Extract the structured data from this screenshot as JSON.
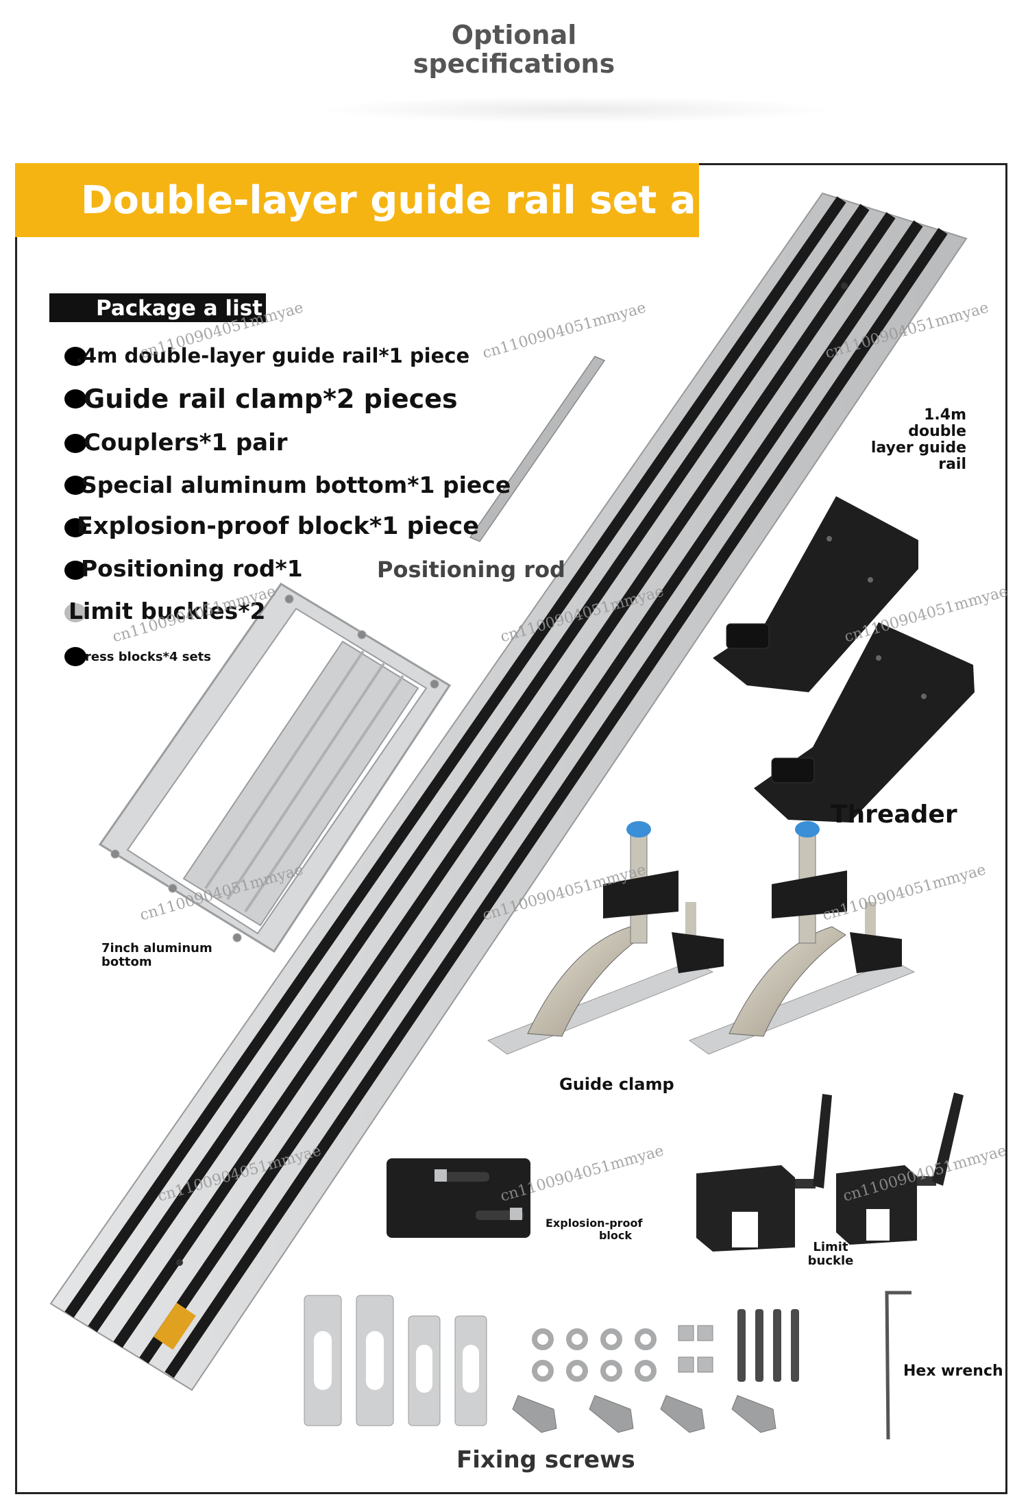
{
  "header": {
    "title_line1": "Optional",
    "title_line2": "specifications"
  },
  "banner": {
    "title": "Double-layer guide rail set a"
  },
  "package": {
    "heading": "Package a list",
    "items": [
      ".4m double-layer guide rail*1 piece",
      "Guide rail clamp*2 pieces",
      "Couplers*1 pair",
      "Special aluminum bottom*1 piece",
      "Explosion-proof block*1 piece",
      "Positioning rod*1",
      "Limit buckles*2",
      "ress blocks*4 sets"
    ]
  },
  "labels": {
    "positioning_rod": "Positioning rod",
    "rail_line1": "1.4m",
    "rail_line2": "double",
    "rail_line3": "layer guide",
    "rail_line4": "rail",
    "threader": "Threader",
    "aluminum_line1": "7inch aluminum",
    "aluminum_line2": "bottom",
    "guide_clamp": "Guide clamp",
    "explosion_line1": "Explosion-proof",
    "explosion_line2": "block",
    "limit_line1": "Limit",
    "limit_line2": "buckle",
    "hex_wrench": "Hex wrench",
    "fixing_screws": "Fixing screws"
  },
  "watermark": "cn1100904051mmyae",
  "colors": {
    "banner": "#f6b413",
    "rail": "#c9cbcc",
    "rail_stripe": "#1a1a1a",
    "frame": "#222222"
  }
}
